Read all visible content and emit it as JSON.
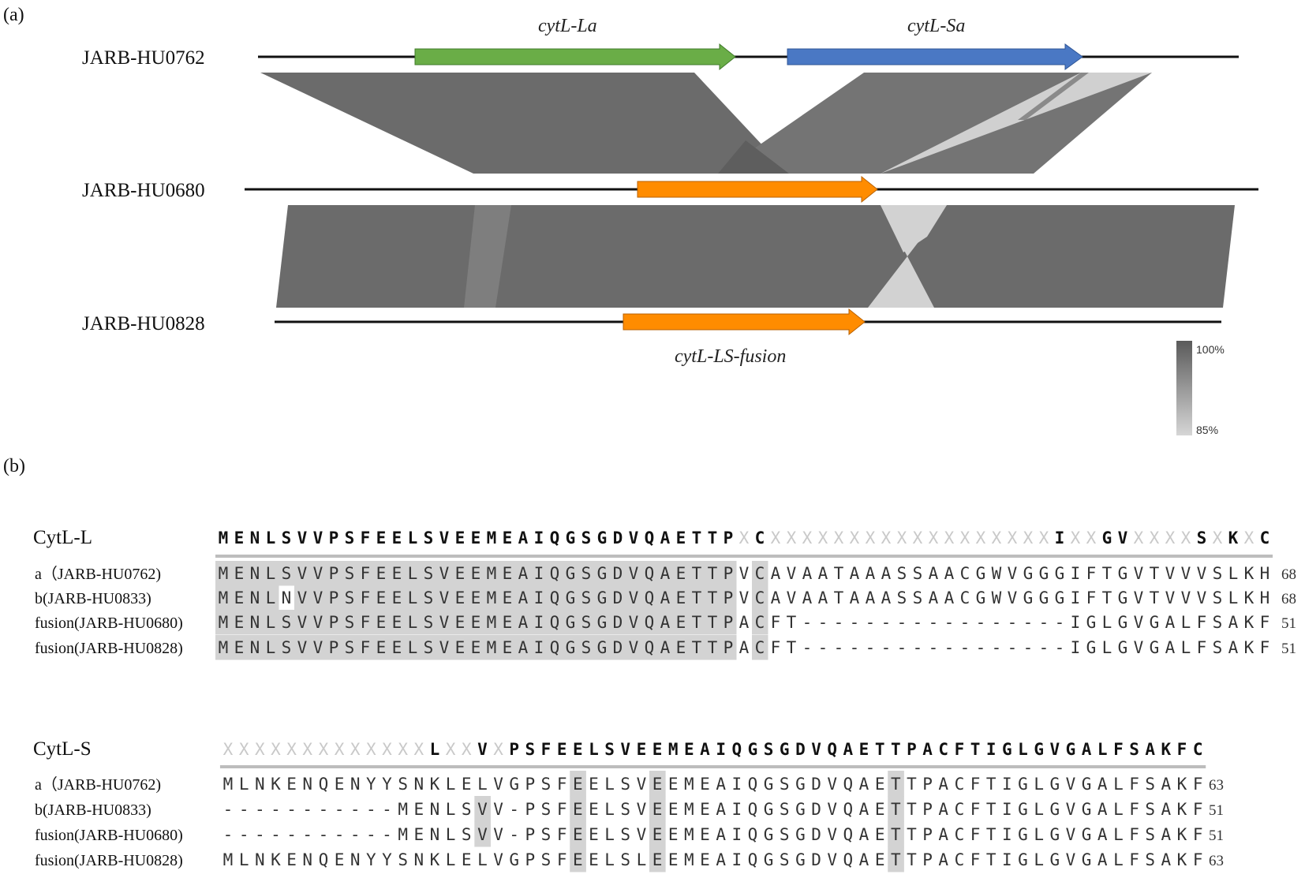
{
  "panel_a": {
    "label": "(a)",
    "tracks": [
      {
        "name": "JARB-HU0762"
      },
      {
        "name": "JARB-HU0680"
      },
      {
        "name": "JARB-HU0828"
      }
    ],
    "genes": {
      "cytL_La": {
        "label": "cytL-La",
        "color": "#6aad47"
      },
      "cytL_Sa": {
        "label": "cytL-Sa",
        "color": "#4a78c4"
      },
      "fusion_top": {
        "label": "",
        "color": "#ff8c00"
      },
      "fusion_bottom": {
        "label": "cytL-LS-fusion",
        "color": "#ff8c00"
      }
    },
    "identity_legend": {
      "max": "100%",
      "min": "85%"
    }
  },
  "panel_b": {
    "label": "(b)",
    "blocks": [
      {
        "title": "CytL-L",
        "consensus": "MENLSVVPSFEELSVEEMEAIQGSGDVQAETTPXCXXXXXXXXXXXXXXXXXXIXXGVXXXXSXKXC",
        "rows": [
          {
            "name": "a（JARB-HU0762)",
            "seq": "MENLSVVPSFEELSVEEMEAIQGSGDVQAETTPVCAVAATAAASSAACGWVGGGIFTGVTVVVSLKHC",
            "count": "68"
          },
          {
            "name": "b(JARB-HU0833)",
            "seq": "MENLNVVPSFEELSVEEMEAIQGSGDVQAETTPVCAVAATAAASSAACGWVGGGIFTGVTVVVSLKHC",
            "count": "68"
          },
          {
            "name": "fusion(JARB-HU0680)",
            "seq": "MENLSVVPSFEELSVEEMEAIQGSGDVQAETTPACFT-----------------IGLGVGALFSAKFC",
            "count": "51"
          },
          {
            "name": "fusion(JARB-HU0828)",
            "seq": "MENLSVVPSFEELSVEEMEAIQGSGDVQAETTPACFT-----------------IGLGVGALFSAKFC",
            "count": "51"
          }
        ]
      },
      {
        "title": "CytL-S",
        "consensus": "XXXXXXXXXXXXXLXXVXPSFEELSVEEMEAIQGSGDVQAETTPACFTIGLGVGALFSAKFC",
        "rows": [
          {
            "name": "a（JARB-HU0762)",
            "seq": "MLNKENQENYYSNKLELVGPSFEELSVEEMEAIQGSGDVQAETTPACFTIGLGVGALFSAKFC",
            "count": "63"
          },
          {
            "name": "b(JARB-HU0833)",
            "seq": "-----------MENLSVV-PSFEELSVEEMEAIQGSGDVQAETTPACFTIGLGVGALFSAKFC",
            "count": "51"
          },
          {
            "name": "fusion(JARB-HU0680)",
            "seq": "-----------MENLSVV-PSFEELSVEEMEAIQGSGDVQAETTPACFTIGLGVGALFSAKFC",
            "count": "51"
          },
          {
            "name": "fusion(JARB-HU0828)",
            "seq": "MLNKENQENYYSNKLELVGPSFEELSLEEMEAIQGSGDVQAETTPACFTIGLGVGALFSAKFC",
            "count": "63"
          }
        ]
      }
    ]
  }
}
